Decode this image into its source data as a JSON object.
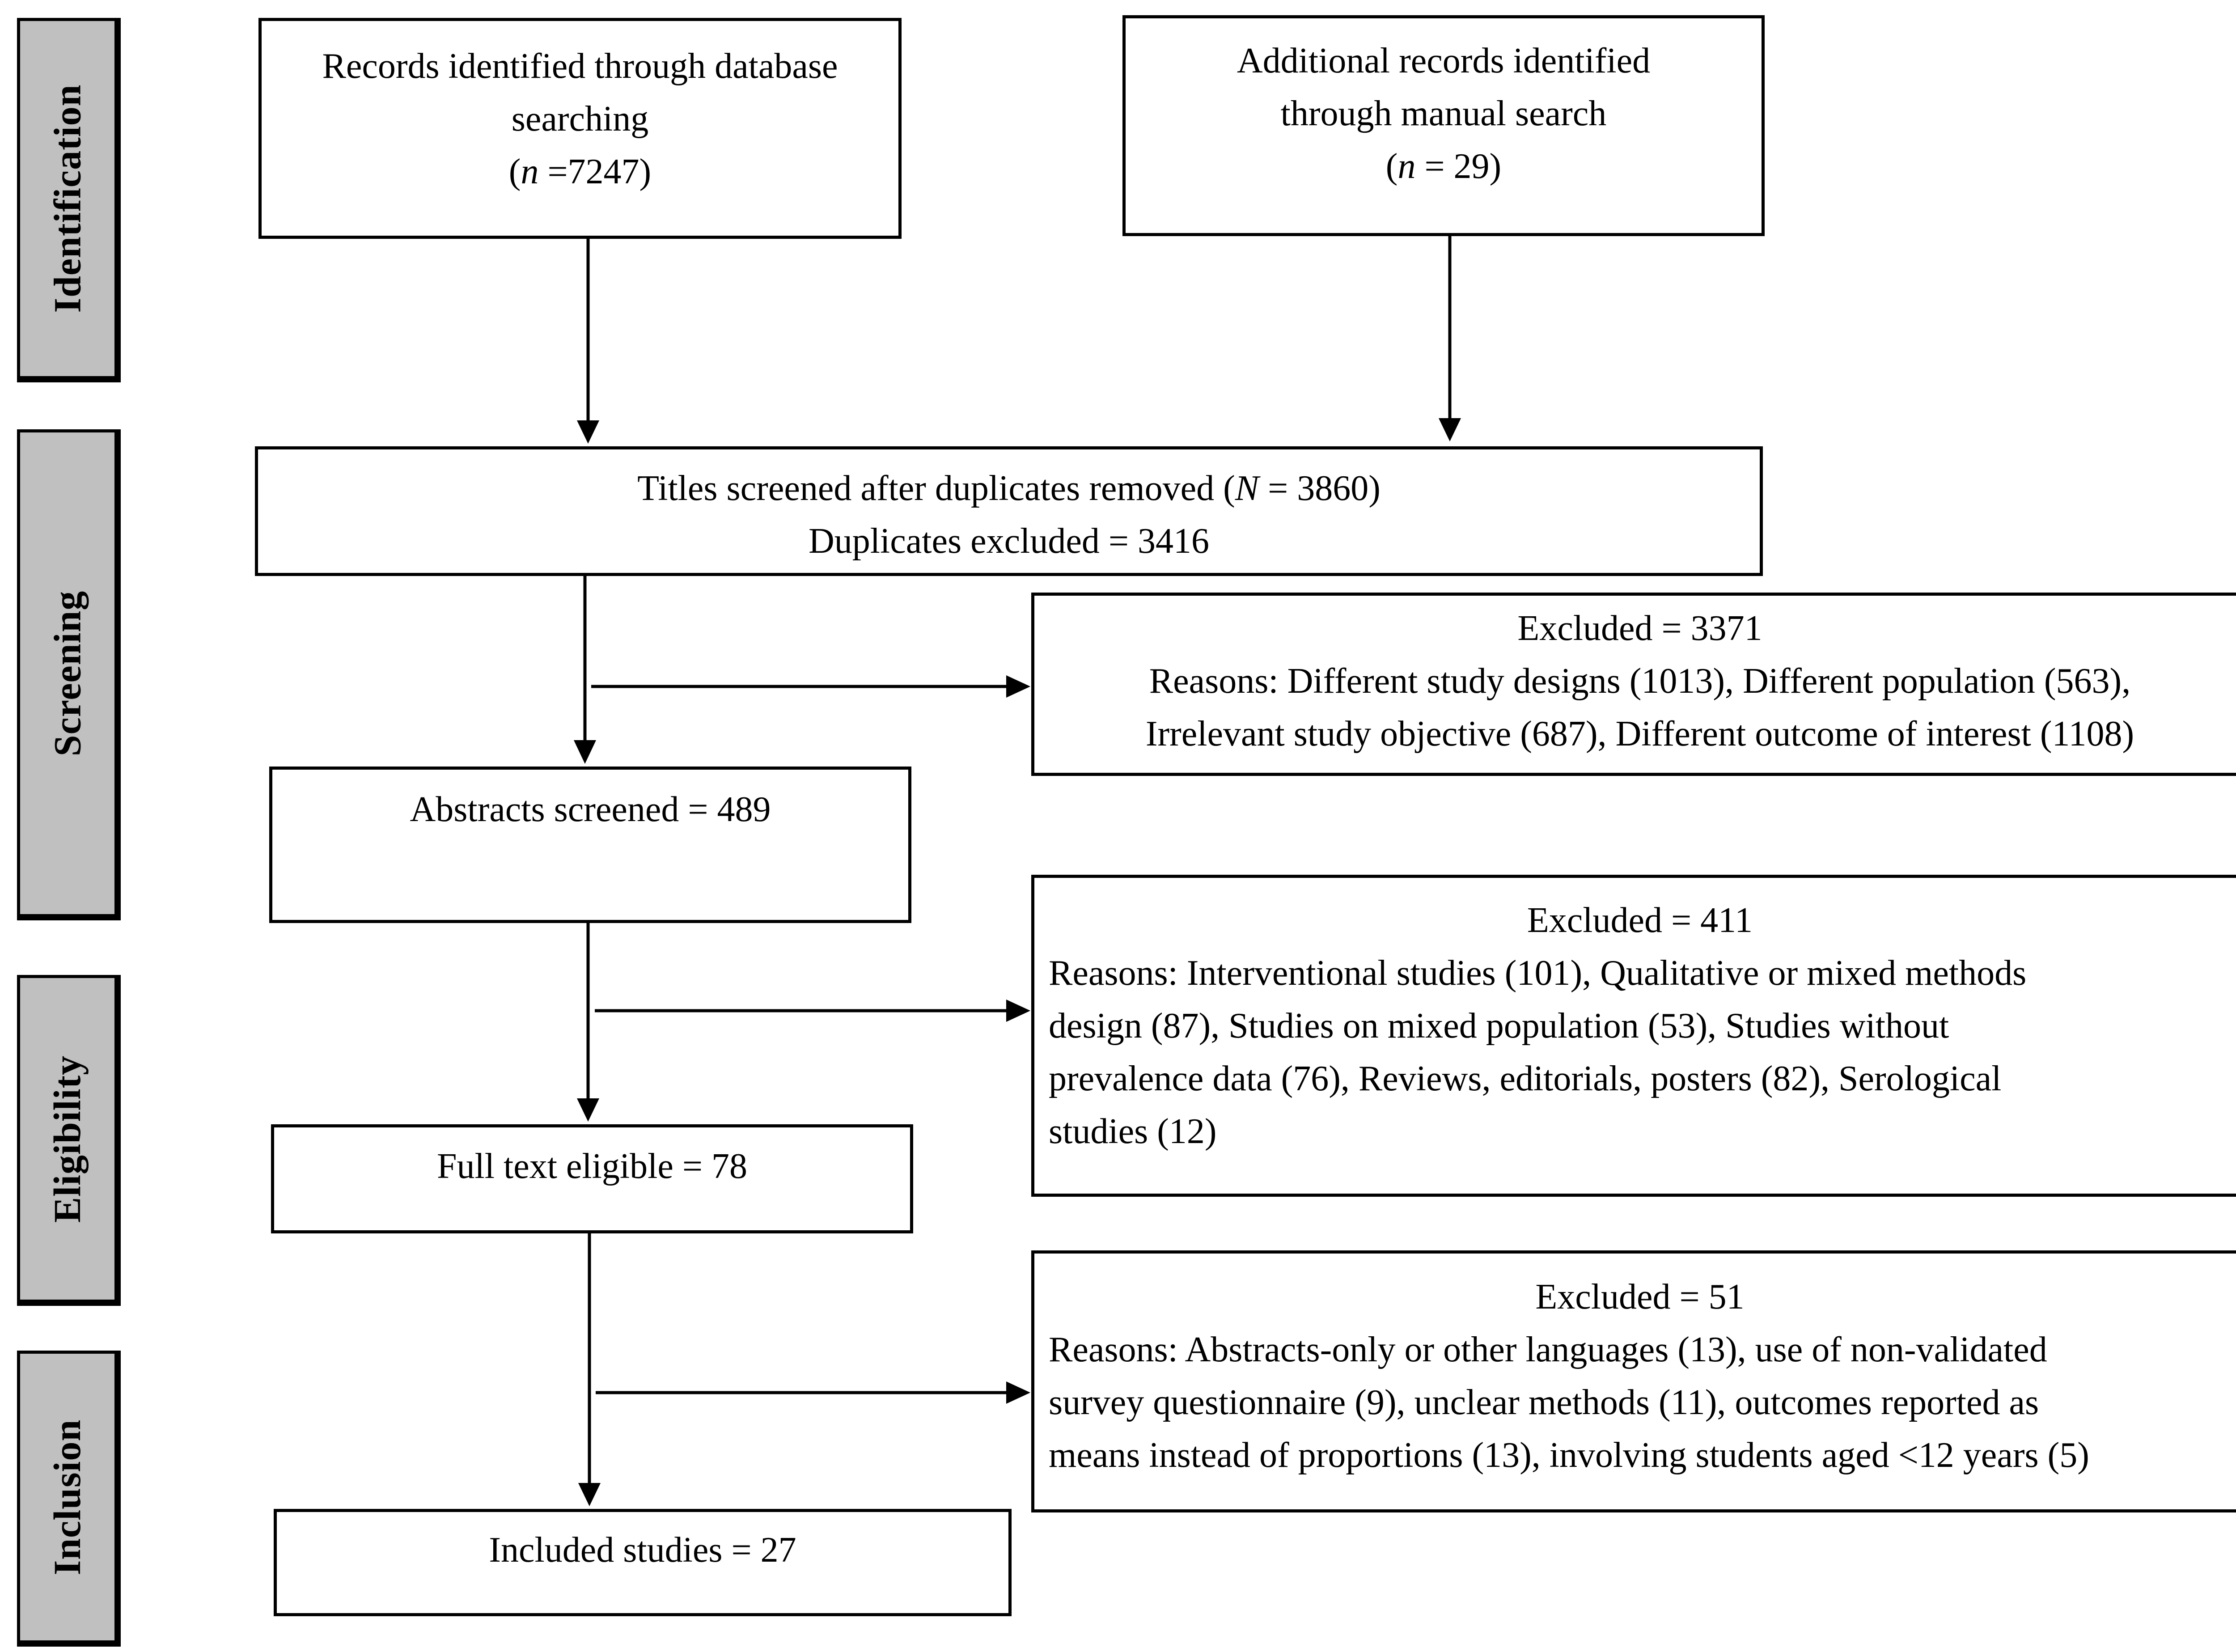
{
  "phases": {
    "identification": "Identification",
    "screening": "Screening",
    "eligibility": "Eligibility",
    "inclusion": "Inclusion"
  },
  "boxes": {
    "database": {
      "line1": "Records identified through database",
      "line2": "searching",
      "n_var": "n",
      "n_rest": " =7247)"
    },
    "manual": {
      "line1": "Additional records identified",
      "line2": "through manual search",
      "n_var": "n",
      "n_rest": " = 29)"
    },
    "titles": {
      "line1_pre": "Titles screened after duplicates removed (",
      "line1_var": "N",
      "line1_post": " = 3860)",
      "line2": "Duplicates excluded = 3416"
    },
    "excluded1": {
      "title": "Excluded = 3371",
      "line1": "Reasons: Different study designs (1013), Different population (563),",
      "line2": "Irrelevant study objective (687), Different outcome of interest (1108)"
    },
    "abstracts": {
      "label": "Abstracts screened = 489"
    },
    "excluded2": {
      "title": "Excluded = 411",
      "line1": "Reasons: Interventional studies (101), Qualitative or mixed methods",
      "line2": "design (87), Studies on mixed population (53), Studies without",
      "line3": "prevalence data (76), Reviews, editorials, posters (82), Serological",
      "line4": "studies (12)"
    },
    "fulltext": {
      "label": "Full text eligible = 78"
    },
    "excluded3": {
      "title": "Excluded = 51",
      "line1": "Reasons: Abstracts-only or other languages (13), use of non-validated",
      "line2": "survey questionnaire (9), unclear methods (11), outcomes reported as",
      "line3": "means instead of proportions (13), involving students aged <12 years (5)"
    },
    "included": {
      "label": "Included studies = 27"
    }
  }
}
